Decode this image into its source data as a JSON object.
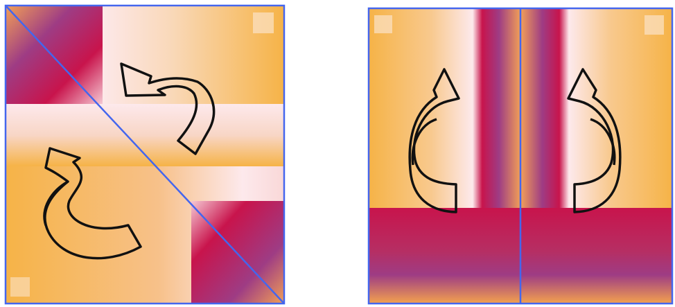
{
  "figure": {
    "left_panel": {
      "shape": "square split along its diagonal into two triangles",
      "arrow_count": 2,
      "arrow_icon": "curved-arrow-icon"
    },
    "right_panel": {
      "shape": "square split vertically into two halves",
      "arrow_count": 2,
      "arrow_icon": "curved-arrow-icon"
    }
  },
  "colors": {
    "outline": "#4466ee",
    "orange": "#f6b347",
    "pale_pink": "#fde9ec",
    "crimson": "#c8144c",
    "purple": "#9e3c84",
    "arrow_stroke": "#111111",
    "background": "#ffffff"
  }
}
